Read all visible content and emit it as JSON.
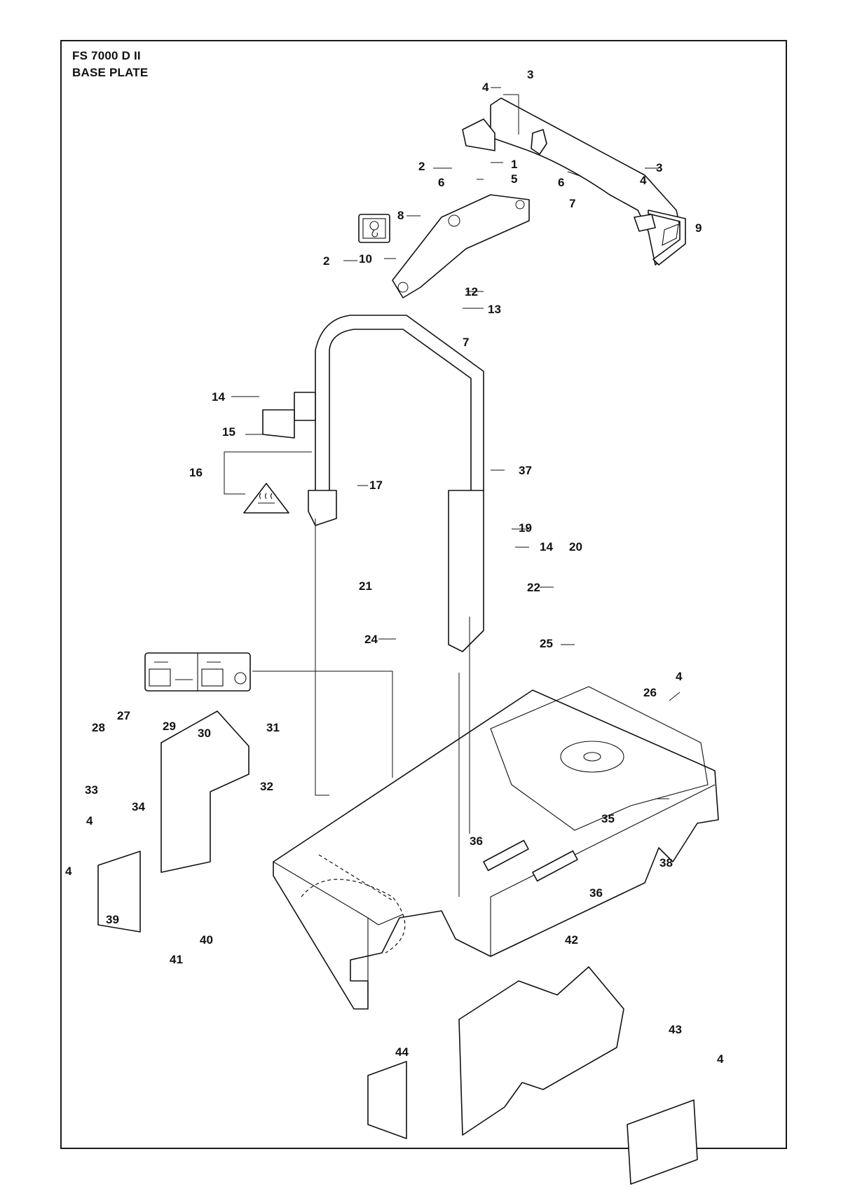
{
  "header": {
    "model": "FS 7000 D II",
    "section": "BASE PLATE"
  },
  "diagram": {
    "type": "exploded-parts-view",
    "callouts": [
      "1",
      "2",
      "2",
      "3",
      "3",
      "4",
      "4",
      "4",
      "4",
      "4",
      "4",
      "5",
      "6",
      "6",
      "7",
      "7",
      "8",
      "9",
      "10",
      "12",
      "13",
      "14",
      "14",
      "15",
      "16",
      "17",
      "19",
      "20",
      "21",
      "22",
      "24",
      "25",
      "26",
      "27",
      "28",
      "29",
      "30",
      "31",
      "32",
      "33",
      "34",
      "35",
      "36",
      "36",
      "37",
      "38",
      "39",
      "40",
      "41",
      "42",
      "43",
      "44"
    ],
    "symbols": [
      "lifting-hook-symbol",
      "hot-surface-warning-symbol",
      "control-instruction-label"
    ]
  }
}
